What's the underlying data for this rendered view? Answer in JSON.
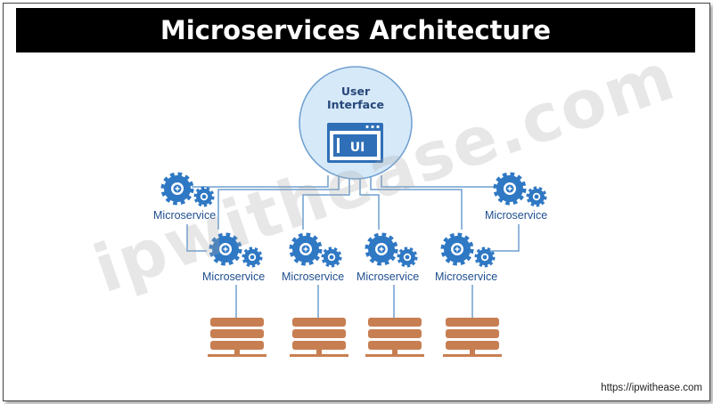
{
  "title": "Microservices Architecture",
  "user_interface": {
    "label": "User Interface",
    "screen_text": "UI"
  },
  "microservice_label": "Microservice",
  "watermark": "ipwithease.com",
  "source_url": "https://ipwithease.com",
  "colors": {
    "title_bar": "#000000",
    "circle_fill": "#d6e9f8",
    "gear": "#2f78c4",
    "server": "#c77f52",
    "line": "#6e9fcf"
  }
}
